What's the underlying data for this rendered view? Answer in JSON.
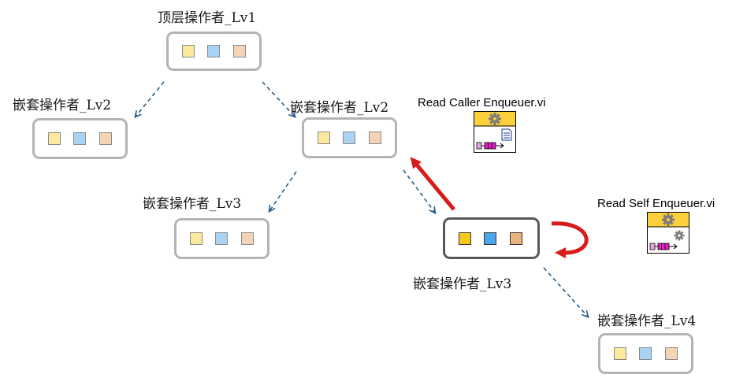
{
  "nodes": {
    "top_lv1": "顶层操作者_Lv1",
    "nested_lv2_left": "嵌套操作者_Lv2",
    "nested_lv2_right": "嵌套操作者_Lv2",
    "nested_lv3_left": "嵌套操作者_Lv3",
    "nested_lv3_active": "嵌套操作者_Lv3",
    "nested_lv4": "嵌套操作者_Lv4"
  },
  "vis": {
    "read_caller": "Read Caller Enqueuer.vi",
    "read_self": "Read Self Enqueuer.vi"
  },
  "colors": {
    "dashed_arrow": "#2b5d85",
    "red_arrow": "#d81b1b",
    "node_border": "#b4b4b4",
    "active_border": "#585858"
  }
}
